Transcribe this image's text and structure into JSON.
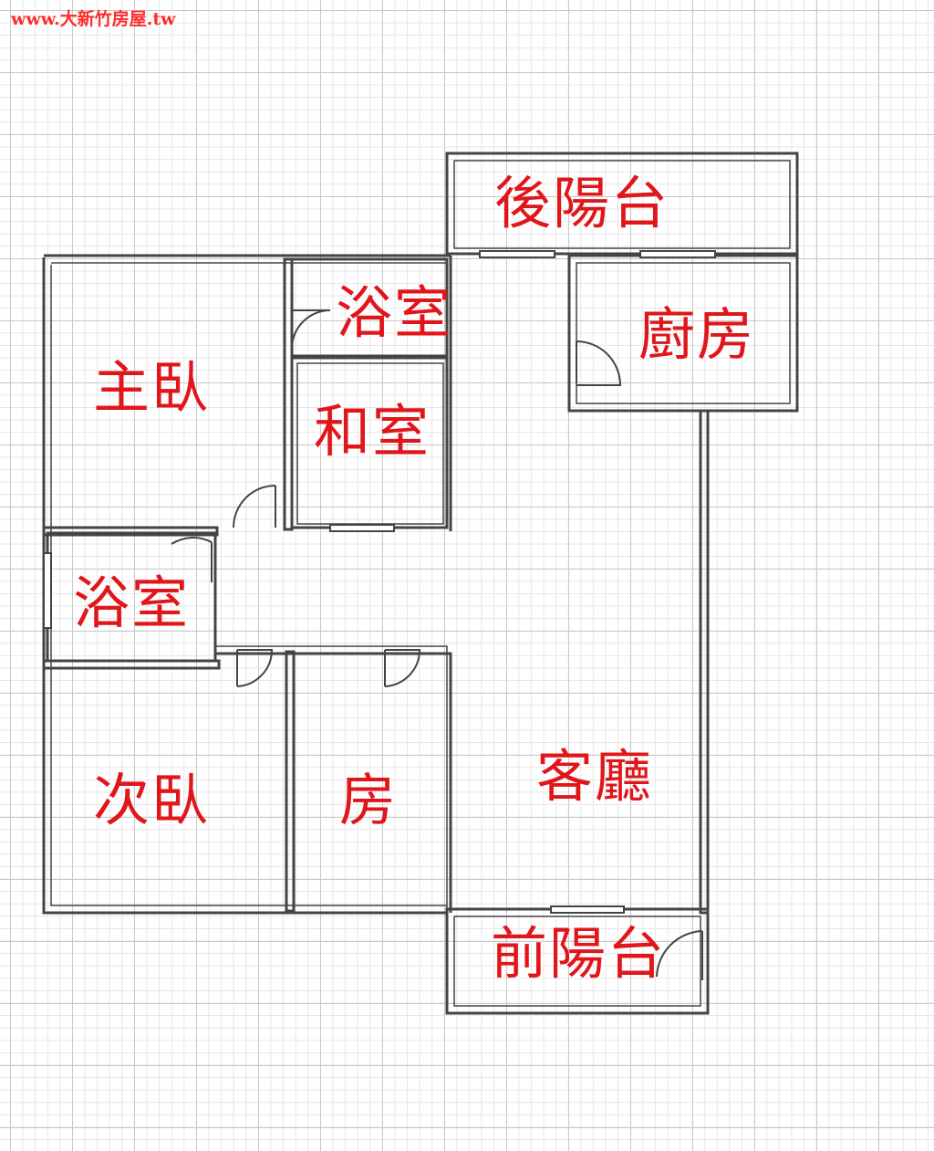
{
  "watermark": "www.大新竹房屋.tw",
  "colors": {
    "label": "#e0161b",
    "wall": "#444444",
    "grid": "#c9c9c9"
  },
  "rooms": {
    "back_balcony": "後陽台",
    "bath_top": "浴室",
    "kitchen": "廚房",
    "master_bedroom": "主臥",
    "japanese_room": "和室",
    "bath_left": "浴室",
    "second_bedroom": "次臥",
    "room": "房",
    "living_room": "客廳",
    "front_balcony": "前陽台"
  }
}
